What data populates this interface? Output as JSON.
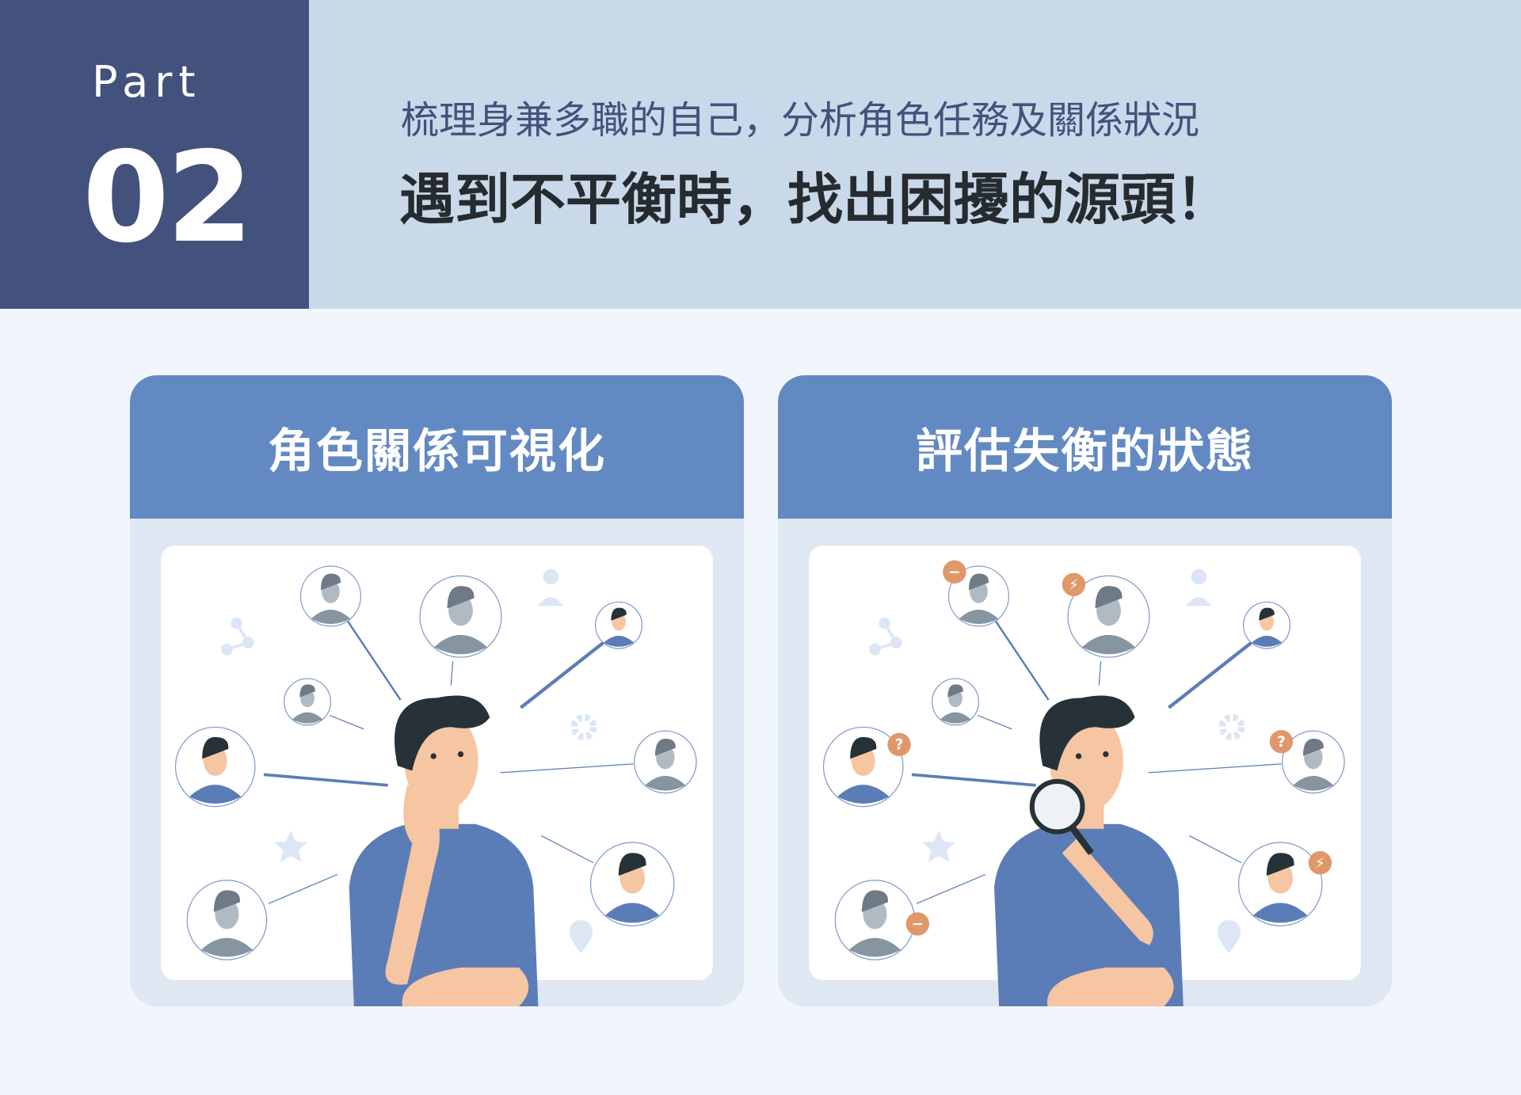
{
  "header": {
    "part_label": "Part",
    "part_number": "02",
    "subtitle": "梳理身兼多職的自己，分析角色任務及關係狀況",
    "headline": "遇到不平衡時，找出困擾的源頭！"
  },
  "cards": [
    {
      "title": "角色關係可視化",
      "illustration": "thinking-man-relationship-network",
      "badges": []
    },
    {
      "title": "評估失衡的狀態",
      "illustration": "man-with-magnifier-relationship-network",
      "badges": [
        "minus-icon",
        "bolt-icon",
        "question-icon",
        "question-icon",
        "bolt-icon",
        "minus-icon"
      ]
    }
  ],
  "colors": {
    "dark_block": "#42527c",
    "header_bg": "#c9d9ea",
    "page_bg": "#f1f5fc",
    "card_header": "#6389c3",
    "card_body": "#dfe7f3",
    "shirt": "#5b7db7",
    "skin": "#f6c5a1",
    "hair": "#263238",
    "badge": "#e0976a"
  }
}
